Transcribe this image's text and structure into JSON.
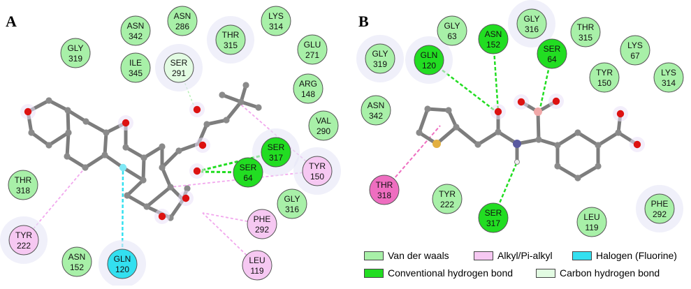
{
  "panels": [
    {
      "label": "A"
    },
    {
      "label": "B"
    }
  ],
  "colors": {
    "van_der_waals": "#a8f0a8",
    "conventional_hbond": "#22dd22",
    "carbon_hbond": "#e2fbe2",
    "alkyl": "#f6c8f2",
    "halogen": "#33e0f0",
    "pi_sulfur_pink": "#ee6ec0",
    "carbon_atom": "#8a8a8a",
    "oxygen_atom": "#dd1111",
    "fluorine_atom": "#7fe8f5",
    "sulfur_atom": "#e3b040",
    "boron_atom": "#f0a8a8"
  },
  "residues_a": [
    {
      "id": "a-asn342",
      "name": "ASN",
      "num": "342",
      "type": "vdw"
    },
    {
      "id": "a-asn286",
      "name": "ASN",
      "num": "286",
      "type": "vdw"
    },
    {
      "id": "a-lys314",
      "name": "LYS",
      "num": "314",
      "type": "vdw"
    },
    {
      "id": "a-gly319",
      "name": "GLY",
      "num": "319",
      "type": "vdw"
    },
    {
      "id": "a-thr315",
      "name": "THR",
      "num": "315",
      "type": "vdw"
    },
    {
      "id": "a-glu271",
      "name": "GLU",
      "num": "271",
      "type": "vdw"
    },
    {
      "id": "a-ile345",
      "name": "ILE",
      "num": "345",
      "type": "vdw"
    },
    {
      "id": "a-ser291",
      "name": "SER",
      "num": "291",
      "type": "carbon"
    },
    {
      "id": "a-arg148",
      "name": "ARG",
      "num": "148",
      "type": "vdw"
    },
    {
      "id": "a-val290",
      "name": "VAL",
      "num": "290",
      "type": "vdw"
    },
    {
      "id": "a-ser317",
      "name": "SER",
      "num": "317",
      "type": "hbond"
    },
    {
      "id": "a-ser64",
      "name": "SER",
      "num": "64",
      "type": "hbond"
    },
    {
      "id": "a-tyr150",
      "name": "TYR",
      "num": "150",
      "type": "alkyl"
    },
    {
      "id": "a-thr318",
      "name": "THR",
      "num": "318",
      "type": "vdw"
    },
    {
      "id": "a-gly316",
      "name": "GLY",
      "num": "316",
      "type": "vdw"
    },
    {
      "id": "a-phe292",
      "name": "PHE",
      "num": "292",
      "type": "alkyl"
    },
    {
      "id": "a-tyr222",
      "name": "TYR",
      "num": "222",
      "type": "alkyl"
    },
    {
      "id": "a-asn152",
      "name": "ASN",
      "num": "152",
      "type": "vdw"
    },
    {
      "id": "a-gln120",
      "name": "GLN",
      "num": "120",
      "type": "halogen"
    },
    {
      "id": "a-leu119",
      "name": "LEU",
      "num": "119",
      "type": "alkyl"
    }
  ],
  "residues_b": [
    {
      "id": "b-gly63",
      "name": "GLY",
      "num": "63",
      "type": "vdw"
    },
    {
      "id": "b-asn152",
      "name": "ASN",
      "num": "152",
      "type": "hbond"
    },
    {
      "id": "b-gly316",
      "name": "GLY",
      "num": "316",
      "type": "vdw"
    },
    {
      "id": "b-thr315",
      "name": "THR",
      "num": "315",
      "type": "vdw"
    },
    {
      "id": "b-gly319",
      "name": "GLY",
      "num": "319",
      "type": "vdw"
    },
    {
      "id": "b-gln120",
      "name": "GLN",
      "num": "120",
      "type": "hbond"
    },
    {
      "id": "b-ser64",
      "name": "SER",
      "num": "64",
      "type": "hbond"
    },
    {
      "id": "b-lys67",
      "name": "LYS",
      "num": "67",
      "type": "vdw"
    },
    {
      "id": "b-tyr150",
      "name": "TYR",
      "num": "150",
      "type": "vdw"
    },
    {
      "id": "b-lys314",
      "name": "LYS",
      "num": "314",
      "type": "vdw"
    },
    {
      "id": "b-asn342",
      "name": "ASN",
      "num": "342",
      "type": "vdw"
    },
    {
      "id": "b-thr318",
      "name": "THR",
      "num": "318",
      "type": "pisulfur"
    },
    {
      "id": "b-tyr222",
      "name": "TYR",
      "num": "222",
      "type": "vdw"
    },
    {
      "id": "b-ser317",
      "name": "SER",
      "num": "317",
      "type": "hbond"
    },
    {
      "id": "b-leu119",
      "name": "LEU",
      "num": "119",
      "type": "vdw"
    },
    {
      "id": "b-phe292",
      "name": "PHE",
      "num": "292",
      "type": "vdw"
    }
  ],
  "legend": {
    "van_der_waals": "Van der waals",
    "alkyl": "Alkyl/Pi-alkyl",
    "halogen": "Halogen (Fluorine)",
    "conventional": "Conventional hydrogen bond",
    "carbon": "Carbon hydrogen bond"
  }
}
